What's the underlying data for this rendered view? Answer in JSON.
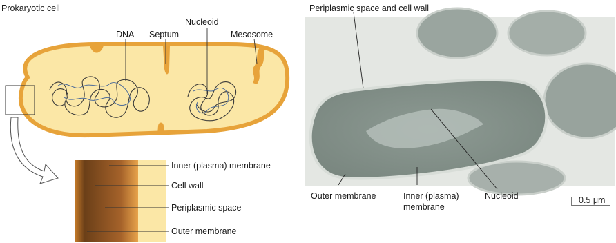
{
  "left_panel": {
    "title": "Prokaryotic cell",
    "labels": {
      "dna": "DNA",
      "septum": "Septum",
      "nucleoid": "Nucleoid",
      "mesosome": "Mesosome"
    },
    "inset_labels": {
      "inner_membrane": "Inner (plasma) membrane",
      "cell_wall": "Cell wall",
      "periplasmic_space": "Periplasmic space",
      "outer_membrane": "Outer membrane"
    }
  },
  "right_panel": {
    "top_label": "Periplasmic space and cell wall",
    "outer_membrane": "Outer membrane",
    "inner_membrane_line1": "Inner (plasma)",
    "inner_membrane_line2": "membrane",
    "nucleoid": "Nucleoid",
    "scale_bar": "0.5 μm"
  },
  "colors": {
    "cytoplasm": "#fbe7a6",
    "cell_wall": "#e7a33a",
    "micrograph_bg": "#e4e7e3",
    "micrograph_cell": "#8f9b95"
  }
}
